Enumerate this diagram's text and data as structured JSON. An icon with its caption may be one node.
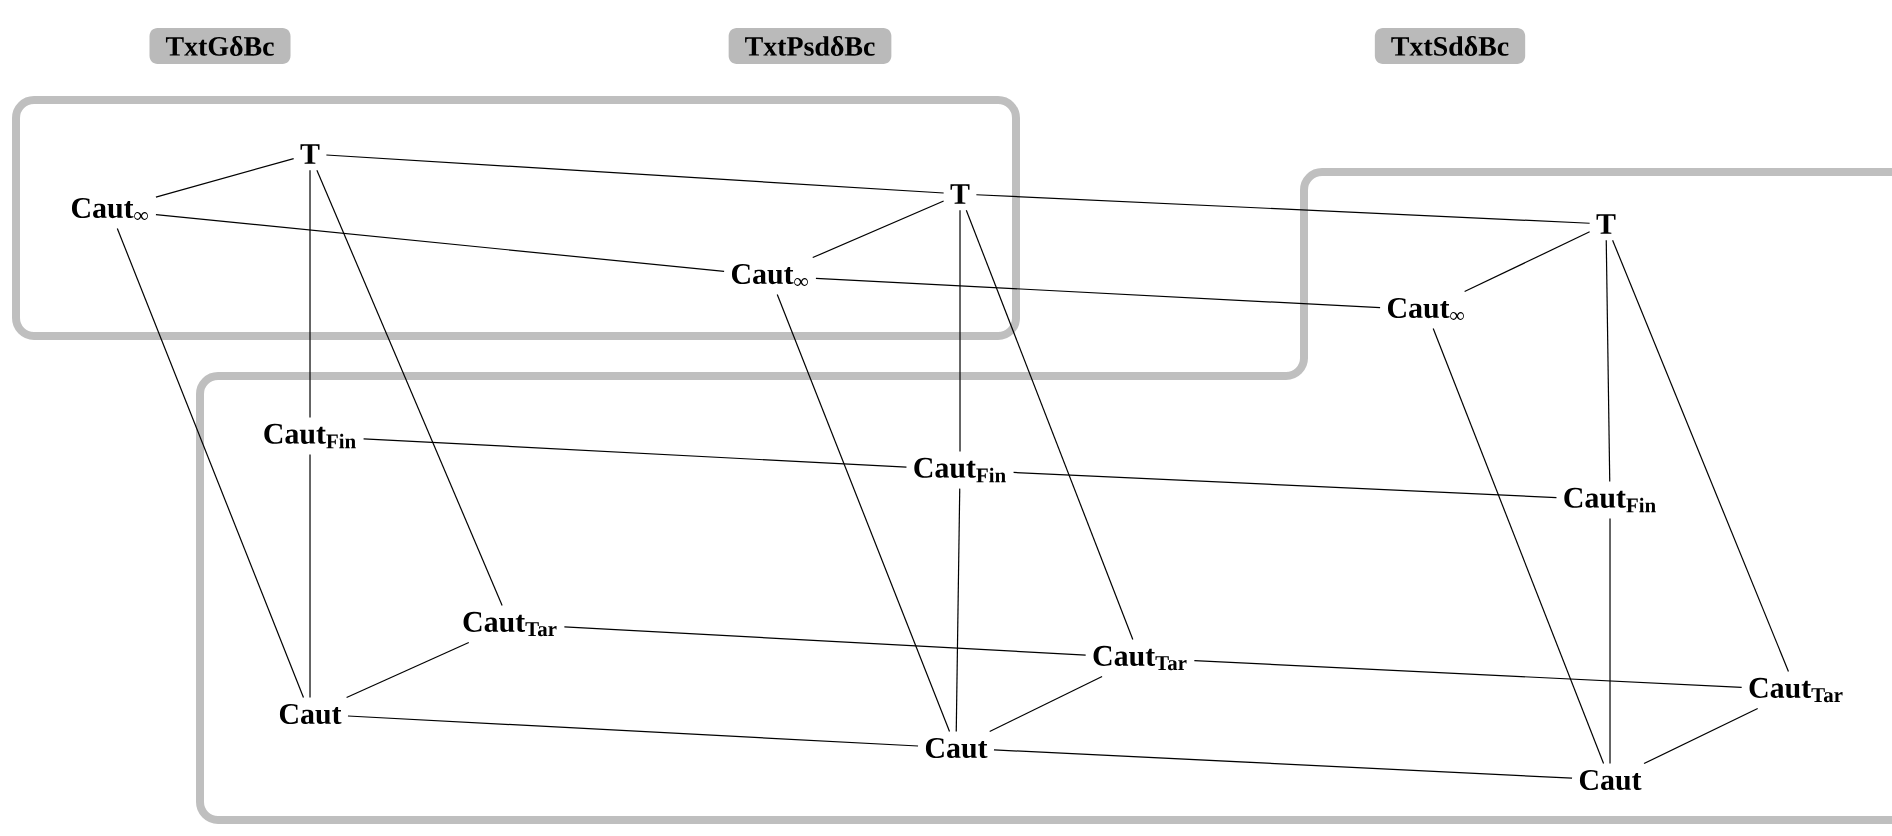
{
  "diagram": {
    "nodes": [
      {
        "text": [
          "TxtGδBc"
        ]
      },
      {
        "text": [
          "TxtPsdδBc"
        ]
      },
      {
        "text": [
          "TxtSdδBc"
        ]
      },
      {
        "text": [
          "T"
        ]
      },
      {
        "text": [
          "Caut$_{∞}$"
        ]
      },
      {
        "text": [
          "Caut$_{Fin}$"
        ]
      },
      {
        "text": [
          "Caut$_{Tar}$"
        ]
      },
      {
        "text": [
          "Caut"
        ]
      },
      {
        "text": [
          "T"
        ]
      },
      {
        "text": [
          "Caut$_{∞}$"
        ]
      },
      {
        "text": [
          "Caut$_{Fin}$"
        ]
      },
      {
        "text": [
          "Caut$_{Tar}$"
        ]
      },
      {
        "text": [
          "Caut"
        ]
      },
      {
        "text": [
          "T"
        ]
      },
      {
        "text": [
          "Caut$_{∞}$"
        ]
      },
      {
        "text": [
          "Caut$_{Fin}$"
        ]
      },
      {
        "text": [
          "Caut$_{Tar}$"
        ]
      },
      {
        "text": [
          "Caut"
        ]
      }
    ],
    "edges": [
      {
        "from": 3,
        "to": 4,
        "arrow": "none"
      },
      {
        "from": 3,
        "to": 5,
        "arrow": "none"
      },
      {
        "from": 3,
        "to": 6,
        "arrow": "none"
      },
      {
        "from": 4,
        "to": 7,
        "arrow": "none"
      },
      {
        "from": 5,
        "to": 7,
        "arrow": "none"
      },
      {
        "from": 6,
        "to": 7,
        "arrow": "none"
      },
      {
        "from": 8,
        "to": 9,
        "arrow": "none"
      },
      {
        "from": 8,
        "to": 10,
        "arrow": "none"
      },
      {
        "from": 8,
        "to": 11,
        "arrow": "none"
      },
      {
        "from": 9,
        "to": 12,
        "arrow": "none"
      },
      {
        "from": 10,
        "to": 12,
        "arrow": "none"
      },
      {
        "from": 11,
        "to": 12,
        "arrow": "none"
      },
      {
        "from": 13,
        "to": 14,
        "arrow": "none"
      },
      {
        "from": 13,
        "to": 15,
        "arrow": "none"
      },
      {
        "from": 13,
        "to": 16,
        "arrow": "none"
      },
      {
        "from": 14,
        "to": 17,
        "arrow": "none"
      },
      {
        "from": 15,
        "to": 17,
        "arrow": "none"
      },
      {
        "from": 16,
        "to": 17,
        "arrow": "none"
      },
      {
        "from": 3,
        "to": 8,
        "arrow": "none"
      },
      {
        "from": 4,
        "to": 9,
        "arrow": "none"
      },
      {
        "from": 5,
        "to": 10,
        "arrow": "none"
      },
      {
        "from": 6,
        "to": 11,
        "arrow": "none"
      },
      {
        "from": 7,
        "to": 12,
        "arrow": "none"
      },
      {
        "from": 8,
        "to": 13,
        "arrow": "none"
      },
      {
        "from": 9,
        "to": 14,
        "arrow": "none"
      },
      {
        "from": 10,
        "to": 15,
        "arrow": "none"
      },
      {
        "from": 11,
        "to": 16,
        "arrow": "none"
      },
      {
        "from": 12,
        "to": 17,
        "arrow": "none"
      }
    ]
  }
}
